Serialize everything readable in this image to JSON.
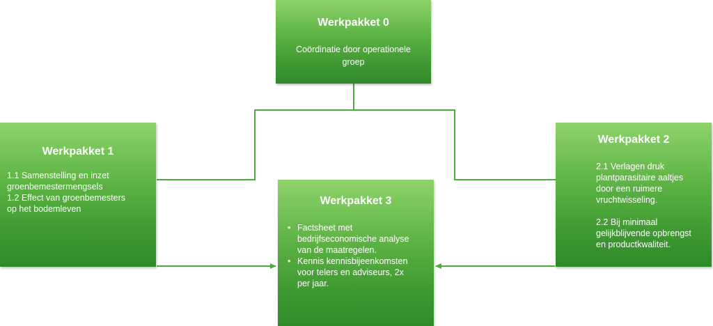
{
  "colors": {
    "line": "#4aad3a"
  },
  "wp0": {
    "title": "Werkpakket 0",
    "text": "Coördinatie door operationele groep"
  },
  "wp1": {
    "title": "Werkpakket 1",
    "lines": [
      "1.1 Samenstelling en inzet",
      "groenbemestermengsels",
      "1.2 Effect van groenbemesters",
      "op het bodemleven"
    ]
  },
  "wp2": {
    "title": "Werkpakket 2",
    "para1": [
      "2.1 Verlagen druk",
      "plantparasitaire aaltjes",
      "door een ruimere",
      "vruchtwisseling."
    ],
    "para2": [
      "2.2 Bij minimaal",
      "gelijkblijvende opbrengst",
      "en productkwaliteit."
    ]
  },
  "wp3": {
    "title": "Werkpakket 3",
    "bullets": [
      [
        "Factsheet met",
        "bedrijfseconomische analyse",
        "van de maatregelen."
      ],
      [
        "Kennis kennisbijeenkomsten",
        "voor telers en adviseurs, 2x",
        "per jaar."
      ]
    ]
  }
}
